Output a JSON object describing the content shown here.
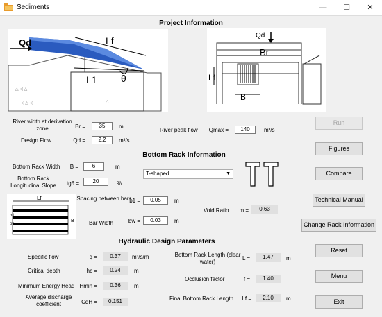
{
  "window": {
    "title": "Sediments",
    "minimize": "—",
    "maximize": "☐",
    "close": "✕"
  },
  "project": {
    "heading": "Project Information",
    "river_width_label": "River width at derivation zone",
    "br_sym": "Br =",
    "br_value": "35",
    "br_unit": "m",
    "design_flow_label": "Design Flow",
    "qd_sym": "Qd =",
    "qd_value": "2.2",
    "qd_unit": "m³/s",
    "peak_flow_label": "River peak flow",
    "qmax_sym": "Qmax =",
    "qmax_value": "140",
    "qmax_unit": "m³/s"
  },
  "diagram_left": {
    "qd": "Qd",
    "lf": "Lf",
    "l1": "L1",
    "theta": "θ"
  },
  "diagram_right": {
    "qd": "Qd",
    "br": "Br",
    "lf": "Lf",
    "b": "B"
  },
  "rack": {
    "heading": "Bottom Rack Information",
    "width_label": "Bottom Rack Width",
    "b_sym": "B =",
    "b_value": "6",
    "b_unit": "m",
    "slope_label": "Bottom Rack Longitudinal Slope",
    "tg_sym": "tgθ =",
    "tg_value": "20",
    "tg_unit": "%",
    "shape_selected": "T-shaped",
    "spacing_label": "Spacing between bars",
    "b1_sym": "b1 =",
    "b1_value": "0.05",
    "b1_unit": "m",
    "barwidth_label": "Bar Width",
    "bw_sym": "bw =",
    "bw_value": "0.03",
    "bw_unit": "m",
    "void_label": "Void Ratio",
    "m_sym": "m =",
    "m_value": "0.63"
  },
  "rack_diagram": {
    "lf": "Lf",
    "b1": "b1",
    "bw": "bw",
    "b": "B"
  },
  "hydraulic": {
    "heading": "Hydraulic Design Parameters",
    "specific_flow_label": "Specific flow",
    "q_sym": "q =",
    "q_value": "0.37",
    "q_unit": "m³/s/m",
    "critical_depth_label": "Critical depth",
    "hc_sym": "hc =",
    "hc_value": "0.24",
    "hc_unit": "m",
    "min_energy_label": "Minimum Energy Head",
    "hmin_sym": "Hmin =",
    "hmin_value": "0.36",
    "hmin_unit": "m",
    "avg_discharge_label": "Average discharge coefficient",
    "cqh_sym": "CqH =",
    "cqh_value": "0.151",
    "rack_length_label": "Bottom Rack Length (clear water)",
    "l_sym": "L =",
    "l_value": "1.47",
    "l_unit": "m",
    "occlusion_label": "Occlusion factor",
    "f_sym": "f =",
    "f_value": "1.40",
    "final_length_label": "Final Bottom Rack Length",
    "lf_sym": "Lf =",
    "lf_value": "2.10",
    "lf_unit": "m"
  },
  "buttons": {
    "run": "Run",
    "figures": "Figures",
    "compare": "Compare",
    "manual": "Technical Manual",
    "change_rack": "Change Rack Information",
    "reset": "Reset",
    "menu": "Menu",
    "exit": "Exit"
  },
  "colors": {
    "water": "#2a5bbf",
    "background": "#f0f0f0",
    "disabled_text": "#a0a0a0"
  }
}
